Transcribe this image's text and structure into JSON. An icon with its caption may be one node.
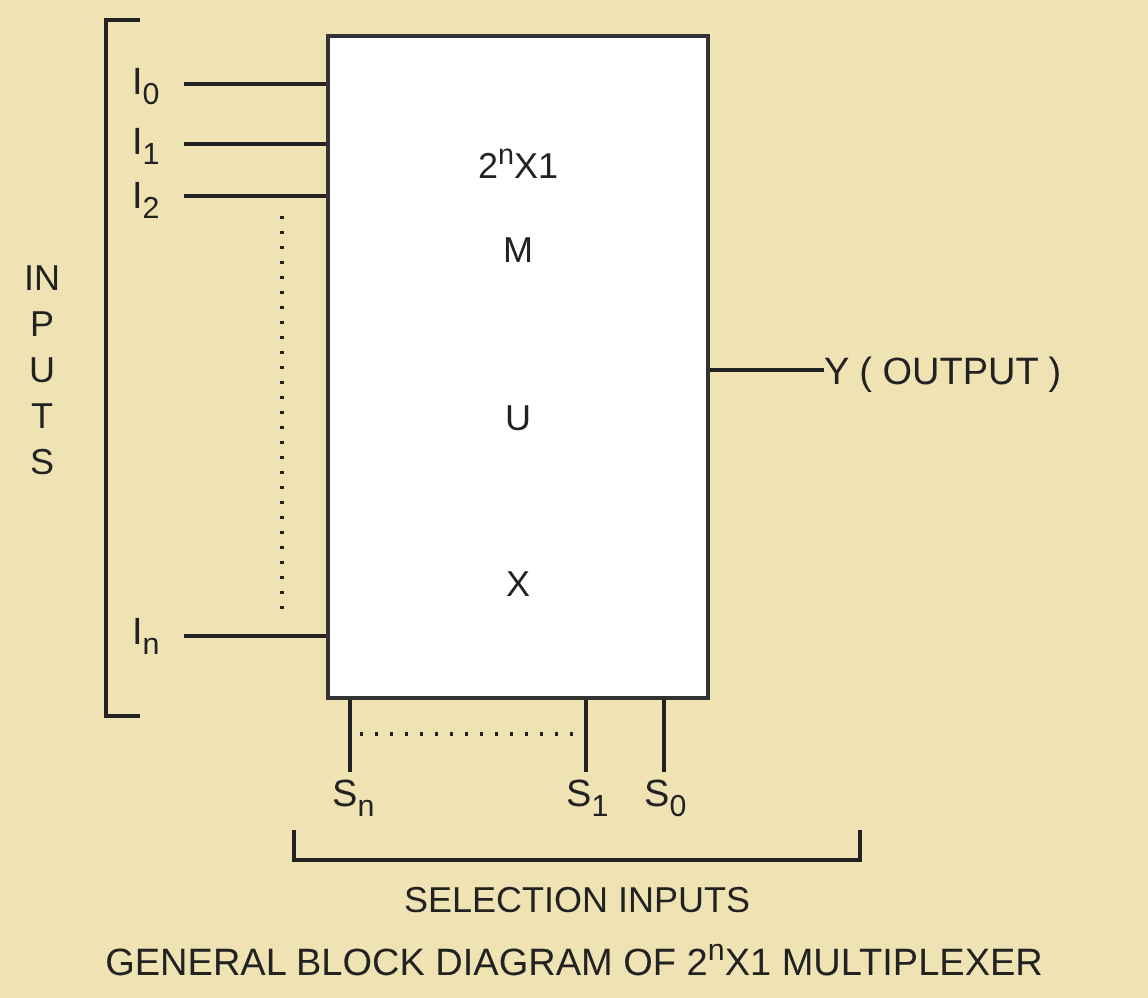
{
  "diagram": {
    "caption": "GENERAL BLOCK DIAGRAM OF 2$^{n}$X1 MULTIPLEXER",
    "nodes": [
      {
        "text": [
          "2$^{n}$X1",
          "M",
          "U",
          "X"
        ]
      },
      {
        "text": [
          "I$_{0}$"
        ]
      },
      {
        "text": [
          "I$_{1}$"
        ]
      },
      {
        "text": [
          "I$_{2}$"
        ]
      },
      {
        "text": [
          "I$_{n}$"
        ]
      },
      {
        "text": [
          "Y ( OUTPUT )"
        ]
      },
      {
        "text": [
          "S$_{n}$"
        ]
      },
      {
        "text": [
          "S$_{1}$"
        ]
      },
      {
        "text": [
          "S$_{0}$"
        ]
      }
    ],
    "edges": [
      {
        "from": 1,
        "to": 0,
        "arrow": "none"
      },
      {
        "from": 2,
        "to": 0,
        "arrow": "none"
      },
      {
        "from": 3,
        "to": 0,
        "arrow": "none"
      },
      {
        "from": 4,
        "to": 0,
        "arrow": "none"
      },
      {
        "from": 0,
        "to": 5,
        "arrow": "none"
      },
      {
        "from": 6,
        "to": 0,
        "arrow": "none"
      },
      {
        "from": 7,
        "to": 0,
        "arrow": "none"
      },
      {
        "from": 8,
        "to": 0,
        "arrow": "none"
      }
    ],
    "labels": [
      "INPUTS",
      "SELECTION INPUTS"
    ]
  }
}
